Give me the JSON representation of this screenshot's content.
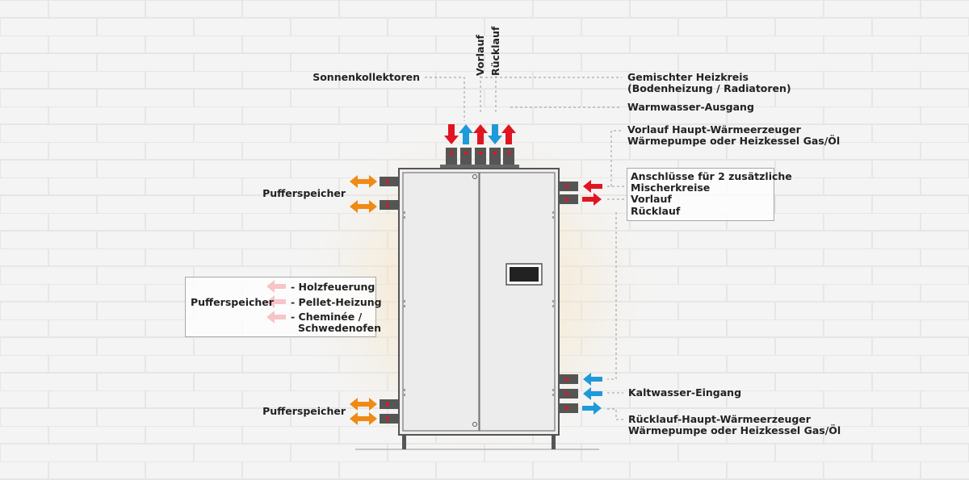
{
  "colors": {
    "hot": "#e01522",
    "cold": "#1e9ad9",
    "buffer": "#ef8a14",
    "pipe": "#555555",
    "tank_fill": "#eeeeee",
    "tank_stroke": "#555555",
    "line": "#9a9a9a",
    "background": "#f3f3f3"
  },
  "top": {
    "vorlauf": "Vorlauf",
    "ruecklauf": "Rücklauf",
    "sonnenkollektoren": "Sonnenkollektoren"
  },
  "right": {
    "heizkreis_line1": "Gemischter Heizkreis",
    "heizkreis_line2": "(Bodenheizung / Radiatoren)",
    "warmwasser": "Warmwasser-Ausgang",
    "vorlauf_haupt_line1": "Vorlauf Haupt-Wärmeerzeuger",
    "vorlauf_haupt_line2": "Wärmepumpe oder Heizkessel Gas/Öl",
    "mischer_line1": "Anschlüsse für 2 zusätzliche",
    "mischer_line2": "Mischerkreise",
    "mischer_vorlauf": "Vorlauf",
    "mischer_ruecklauf": "Rücklauf",
    "kaltwasser": "Kaltwasser-Eingang",
    "ruecklauf_haupt_line1": "Rücklauf-Haupt-Wärmeerzeuger",
    "ruecklauf_haupt_line2": "Wärmepumpe oder Heizkessel Gas/Öl"
  },
  "left": {
    "pufferspeicher_top": "Pufferspeicher",
    "pufferspeicher_mid": "Pufferspeicher",
    "pufferspeicher_bottom": "Pufferspeicher",
    "holz": "- Holzfeuerung",
    "pellet": "- Pellet-Heizung",
    "cheminee_line1": "- Cheminée /",
    "cheminee_line2": "Schwedenofen"
  }
}
